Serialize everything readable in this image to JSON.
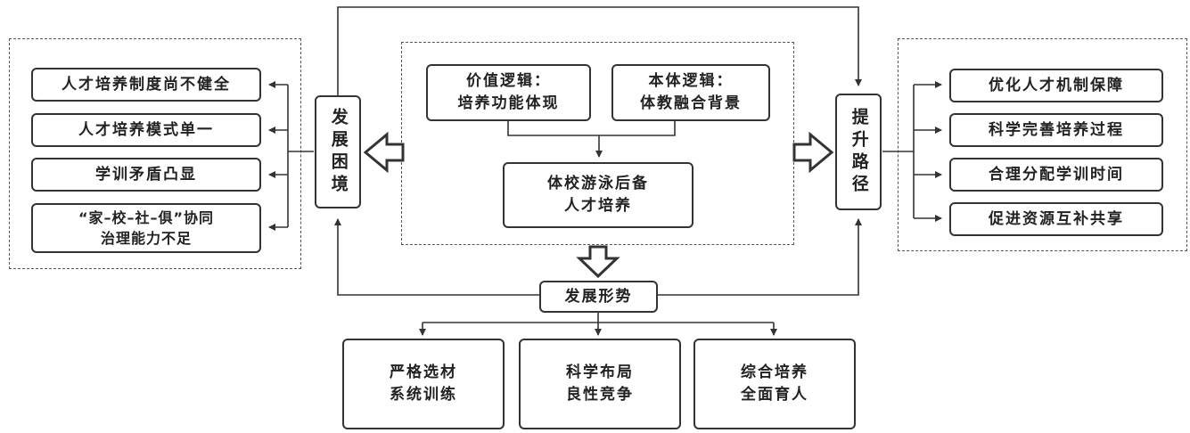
{
  "left_panel": {
    "items": [
      "人才培养制度尚不健全",
      "人才培养模式单一",
      "学训矛盾凸显",
      "“家–校–社–俱”协同\n治理能力不足"
    ]
  },
  "left_node": "发展困境",
  "center": {
    "value_logic": "价值逻辑：\n培养功能体现",
    "ontology_logic": "本体逻辑：\n体教融合背景",
    "core": "体校游泳后备\n人才培养"
  },
  "right_node": "提升路径",
  "right_panel": {
    "items": [
      "优化人才机制保障",
      "科学完善培养过程",
      "合理分配学训时间",
      "促进资源互补共享"
    ]
  },
  "bottom_node": "发展形势",
  "bottom_items": [
    "严格选材\n系统训练",
    "科学布局\n良性竞争",
    "综合培养\n全面育人"
  ]
}
